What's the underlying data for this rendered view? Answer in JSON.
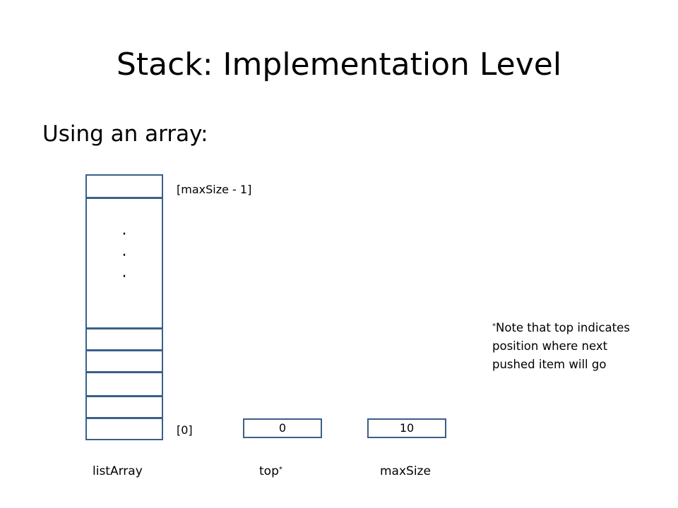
{
  "title": "Stack:  Implementation Level",
  "subtitle": "Using an array:",
  "array": {
    "top_index_label": "[maxSize  - 1]",
    "bottom_index_label": "[0]",
    "ellipsis": [
      "·",
      "·",
      "·"
    ],
    "name": "listArray"
  },
  "top_var": {
    "value": "0",
    "name": "top",
    "marker": "*"
  },
  "max_var": {
    "value": "10",
    "name": "maxSize"
  },
  "note": {
    "marker": "*",
    "text": "Note that top indicates position where next pushed item will go"
  },
  "colors": {
    "box_border": "#3a5f8a"
  }
}
